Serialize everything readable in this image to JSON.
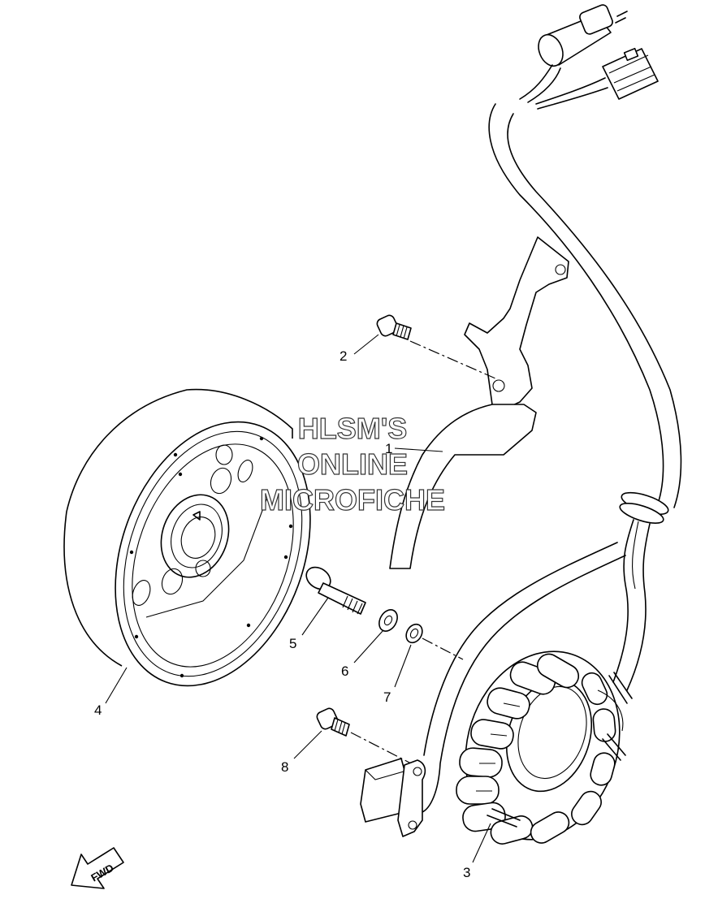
{
  "watermark": {
    "line1": "HLSM'S",
    "line2": "ONLINE",
    "line3": "MICROFICHE"
  },
  "direction_label": "FWD",
  "callouts": [
    {
      "number": "1",
      "part": "stator-bracket"
    },
    {
      "number": "2",
      "part": "bracket-bolt"
    },
    {
      "number": "3",
      "part": "stator-assembly"
    },
    {
      "number": "4",
      "part": "rotor-flywheel"
    },
    {
      "number": "5",
      "part": "rotor-bolt"
    },
    {
      "number": "6",
      "part": "washer"
    },
    {
      "number": "7",
      "part": "small-washer"
    },
    {
      "number": "8",
      "part": "pickup-screw"
    }
  ]
}
